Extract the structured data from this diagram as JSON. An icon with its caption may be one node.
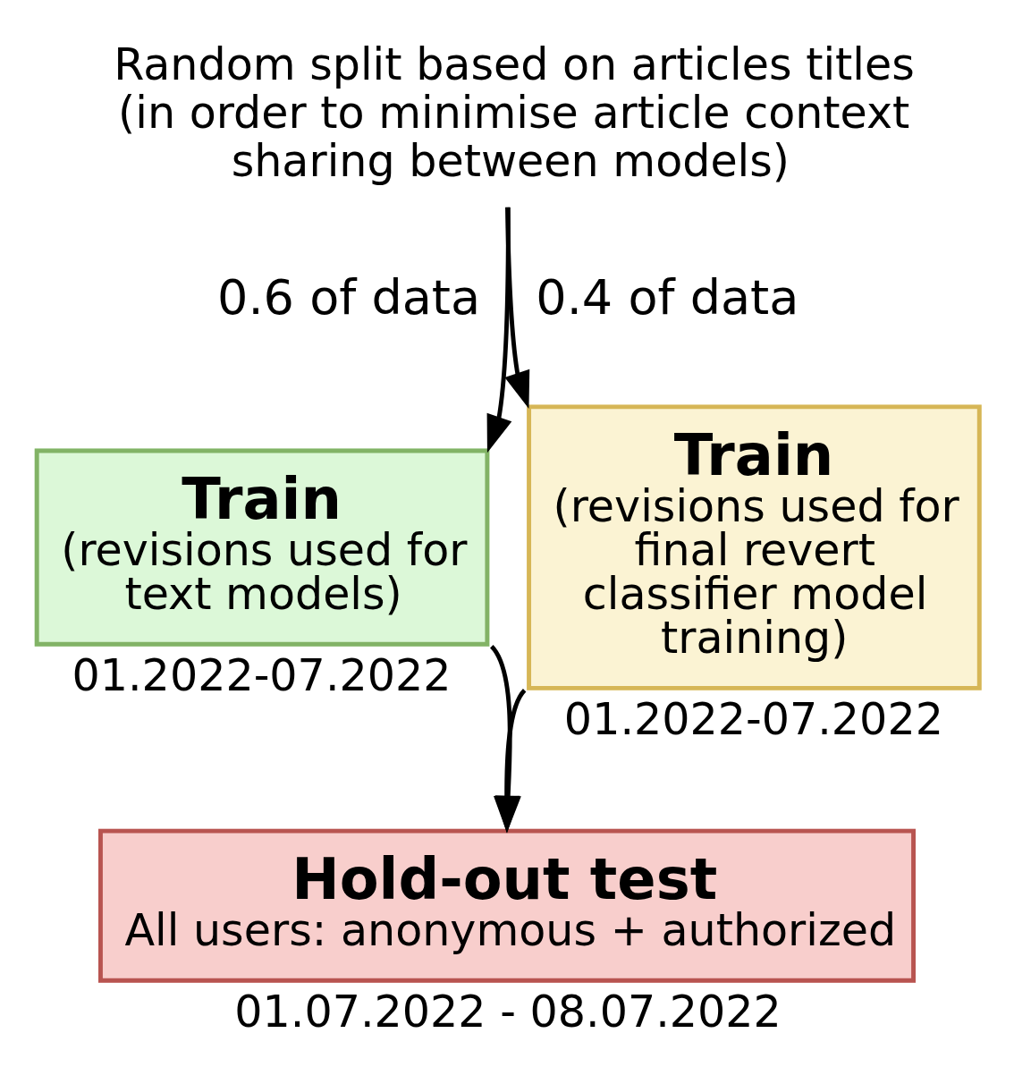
{
  "diagram": {
    "nodes": [
      {
        "text": [
          "Random split based on articles titles (in order to minimise article context sharing between models)"
        ]
      },
      {
        "text": [
          "Train",
          "(revisions used for text models)"
        ],
        "beside": [
          "01.2022-07.2022"
        ]
      },
      {
        "text": [
          "Train",
          "(revisions used for final revert classifier model training)"
        ],
        "beside": [
          "01.2022-07.2022"
        ]
      },
      {
        "text": [
          "Hold-out test",
          "All users: anonymous + authorized"
        ],
        "beside": [
          "01.07.2022 - 08.07.2022"
        ]
      }
    ],
    "edges": [
      {
        "from": 0,
        "to": 1,
        "arrow": "to"
      },
      {
        "from": 0,
        "to": 2,
        "arrow": "to"
      },
      {
        "from": 1,
        "to": 3,
        "arrow": "to"
      },
      {
        "from": 2,
        "to": 3,
        "arrow": "to"
      }
    ],
    "labels": [
      "0.6 of data",
      "0.4 of data"
    ]
  }
}
